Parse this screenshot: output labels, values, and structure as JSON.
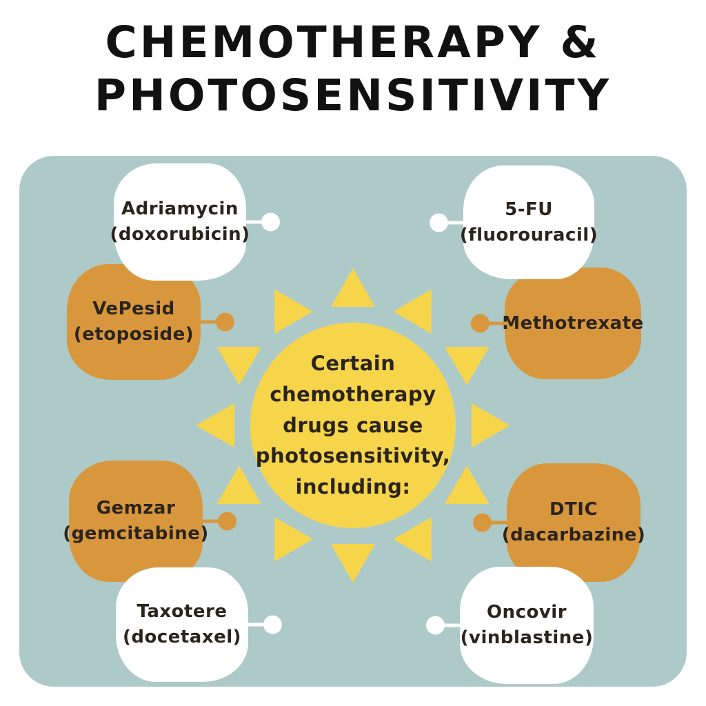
{
  "title": {
    "line1": "CHEMOTHERAPY &",
    "line2": "PHOTOSENSITIVITY"
  },
  "sun": {
    "message": "Certain\nchemotherapy\ndrugs cause\nphotosensitivity,\nincluding:"
  },
  "drugs": [
    {
      "brand": "Adriamycin",
      "generic": "(doxorubicin)",
      "style": "white",
      "connector_side": "right"
    },
    {
      "brand": "5-FU",
      "generic": "(fluorouracil)",
      "style": "white",
      "connector_side": "left"
    },
    {
      "brand": "VePesid",
      "generic": "(etoposide)",
      "style": "orange",
      "connector_side": "right"
    },
    {
      "brand": "Methotrexate",
      "generic": "",
      "style": "orange",
      "connector_side": "left"
    },
    {
      "brand": "Gemzar",
      "generic": "(gemcitabine)",
      "style": "orange",
      "connector_side": "right"
    },
    {
      "brand": "DTIC",
      "generic": "(dacarbazine)",
      "style": "orange",
      "connector_side": "left"
    },
    {
      "brand": "Taxotere",
      "generic": "(docetaxel)",
      "style": "white",
      "connector_side": "right"
    },
    {
      "brand": "Oncovir",
      "generic": "(vinblastine)",
      "style": "white",
      "connector_side": "left"
    }
  ],
  "colors": {
    "page_background": "#ffffff",
    "panel_background": "#aecac8",
    "sun_yellow": "#f7d54b",
    "card_orange": "#d8973d",
    "card_white": "#ffffff",
    "text_dark": "#2b241d",
    "title_black": "#111111"
  }
}
